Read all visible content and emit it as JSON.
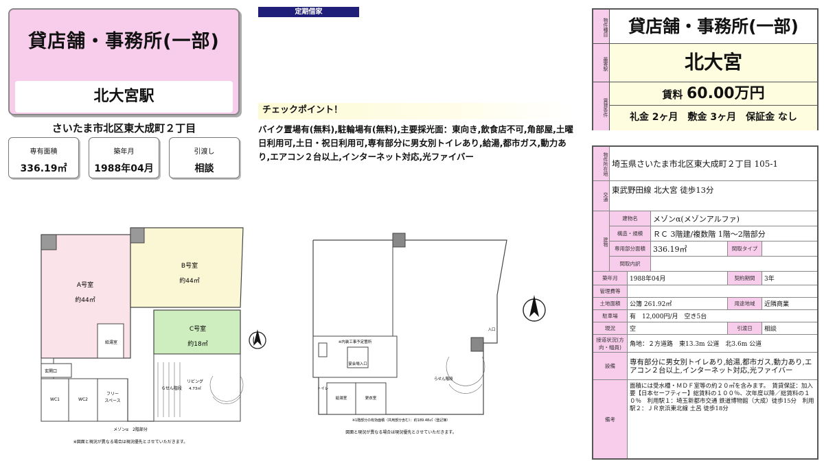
{
  "header": {
    "property_type": "貸店舗・事務所(一部)",
    "station": "北大宮駅",
    "address": "さいたま市北区東大成町２丁目"
  },
  "specs": [
    {
      "label": "専有面積",
      "value": "336.19㎡"
    },
    {
      "label": "築年月",
      "value": "1988年04月"
    },
    {
      "label": "引渡し",
      "value": "相談"
    }
  ],
  "lease_tag": "定期借家",
  "checkpoint": {
    "heading": "チェックポイント！",
    "text": "バイク置場有(無料),駐輪場有(無料),主要採光面：東向き,飲食店不可,角部屋,土曜日利用可,土日・祝日利用可,専有部分に男女別トイレあり,給湯,都市ガス,動力あり,エアコン２台以上,インターネット対応,光ファイバー"
  },
  "plan1": {
    "room_a": "A号室",
    "room_a_area": "約44㎡",
    "room_b": "B号室",
    "room_b_area": "約44㎡",
    "room_c": "C号室",
    "room_c_area": "約18㎡",
    "kyutou": "給湯室",
    "entrance": "玄関口",
    "wc1": "WC1",
    "wc2": "WC2",
    "free": "フリー",
    "space": "スペース",
    "stairs": "らせん階段",
    "living": "リビング",
    "living_area": "4.73㎡",
    "caption": "メゾンα　2階部分",
    "note": "※図面と現況が異なる場合は現況優先とさせていただきます。"
  },
  "plan2": {
    "office": "※内装工事予定箇所",
    "partition": "宴会場入口",
    "toilet": "トイレ",
    "kyutou": "給湯室",
    "storage": "更衣室",
    "stairs": "らせん階段",
    "entrance": "入口",
    "area_note": "※1階部分の有効面積（共用部分含む）：約189.48㎡（登記簿）",
    "note": "図面と現況が異なる場合は現況優先とさせていただきます。"
  },
  "summary": {
    "label_type": "物件種目",
    "property_type": "貸店舗・事務所(一部)",
    "label_station": "最寄駅",
    "station": "北大宮",
    "label_terms": "賃貸条件",
    "rent_label": "賃料",
    "rent_value": "60.00万円",
    "deposits": "礼金 2ヶ月　敷金 3ヶ月　保証金 なし"
  },
  "details": {
    "location_label": "物件所在地",
    "location": "埼玉県さいたま市北区東大成町２丁目 105-1",
    "transport_label": "交通",
    "transport": "東武野田線 北大宮 徒歩13分",
    "building_label": "建物",
    "bname_label": "建物名",
    "bname": "メゾンα(メゾンアルファ)",
    "structure_label": "構造・規模",
    "structure": "ＲＣ 3階建/複数階 1階〜2階部分",
    "area_label": "専用部分面積",
    "area": "336.19㎡",
    "layout_type_label": "間取タイプ",
    "layout_label": "間取内訳",
    "built_label": "築年月",
    "built": "1988年04月",
    "term_label": "契約期間",
    "term": "3年",
    "mgmt_label": "管理費等",
    "land_label": "土地面積",
    "land": "公簿 261.92㎡",
    "zoning_label": "用途地域",
    "zoning": "近隣商業",
    "parking_label": "駐車場",
    "parking": "有　12,000円/月　空き5台",
    "status_label": "現況",
    "status": "空",
    "handover_label": "引渡日",
    "handover": "相談",
    "road_label": "接道状況(方向・幅員)",
    "road": "角地：２方道路　東13.3m 公道　北3.6m 公道",
    "equip_label": "設備",
    "equip": "専有部分に男女別トイレあり,給湯,都市ガス,動力あり,エアコン２台以上,インターネット対応,光ファイバー",
    "remarks_label": "備考",
    "remarks": "面積には受水槽・ＭＤＦ室等の約２０㎡を含みます。　賃貸保証：加入要【日本セーフティー】総賃料の１００％、次年度以降／総賃料の１０％　利用駅１：埼玉新都市交通 鉄道博物館（大成）徒歩15分　利用駅２：ＪＲ京浜東北線 土呂 徒歩18分"
  }
}
